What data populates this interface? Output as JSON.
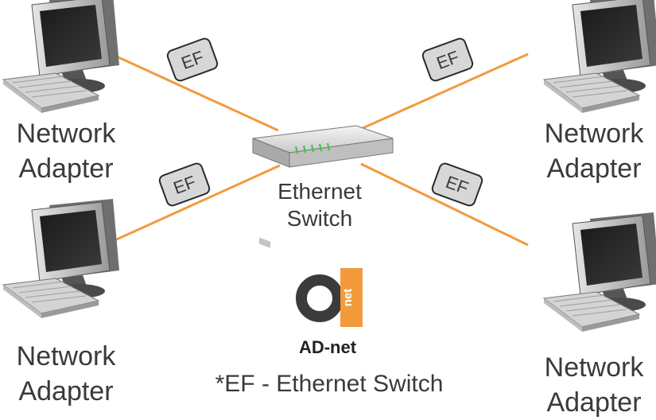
{
  "colors": {
    "link": "#f39a3c",
    "tag_fill": "#d7d7d7",
    "tag_stroke": "#2a2a2a",
    "text": "#3a3a3a",
    "logo_dark": "#3b3b3b",
    "logo_accent": "#f39a3c"
  },
  "nodes": [
    {
      "id": "top-left",
      "line1": "Network",
      "line2": "Adapter",
      "icon": "computer-icon"
    },
    {
      "id": "top-right",
      "line1": "Network",
      "line2": "Adapter",
      "icon": "computer-icon"
    },
    {
      "id": "bottom-left",
      "line1": "Network",
      "line2": "Adapter",
      "icon": "computer-icon"
    },
    {
      "id": "bottom-right",
      "line1": "Network",
      "line2": "Adapter",
      "icon": "computer-icon"
    }
  ],
  "switch": {
    "line1": "Ethernet",
    "line2": "Switch",
    "icon": "ethernet-switch-icon"
  },
  "links": [
    {
      "from": "top-left",
      "to": "switch",
      "tag": "EF"
    },
    {
      "from": "top-right",
      "to": "switch",
      "tag": "EF"
    },
    {
      "from": "bottom-left",
      "to": "switch",
      "tag": "EF"
    },
    {
      "from": "bottom-right",
      "to": "switch",
      "tag": "EF"
    }
  ],
  "logo": {
    "mark": "a",
    "mark_text": "net",
    "name": "AD-net"
  },
  "footnote": "*EF - Ethernet Switch"
}
